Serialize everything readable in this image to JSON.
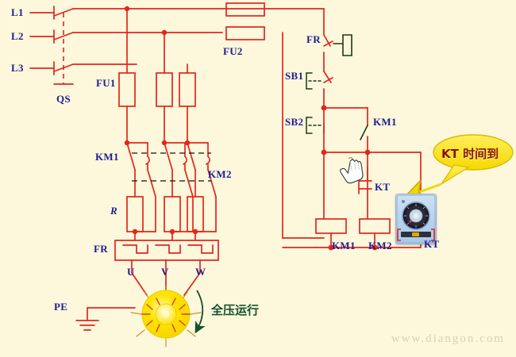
{
  "diagram": {
    "title": "Star-delta / resistance reduced-voltage starting control circuit",
    "background_color": "#fdf7dc",
    "wire_color": "#e2261c",
    "label_color": "#1f1f8f",
    "annotation_color": "#14532d"
  },
  "power_lines": [
    {
      "name": "L1",
      "label": "L1"
    },
    {
      "name": "L2",
      "label": "L2"
    },
    {
      "name": "L3",
      "label": "L3"
    }
  ],
  "components": {
    "qs": {
      "label": "QS",
      "type": "three-pole-isolator-switch"
    },
    "fu1": {
      "label": "FU1",
      "type": "main-circuit-fuse"
    },
    "fu2": {
      "label": "FU2",
      "type": "control-circuit-fuse"
    },
    "km1_main": {
      "label": "KM1",
      "type": "contactor-main-contacts"
    },
    "km2_main": {
      "label": "KM2",
      "type": "contactor-main-contacts"
    },
    "resistor": {
      "label": "R",
      "type": "starting-resistor"
    },
    "fr_main": {
      "label": "FR",
      "type": "thermal-overload-relay"
    },
    "fr_control": {
      "label": "FR",
      "type": "thermal-relay-nc-contact"
    },
    "sb1": {
      "label": "SB1",
      "type": "stop-push-button-nc"
    },
    "sb2": {
      "label": "SB2",
      "type": "start-push-button-no"
    },
    "km1_aux": {
      "label": "KM1",
      "type": "auxiliary-holding-contact-no"
    },
    "kt_contact": {
      "label": "KT",
      "type": "timer-delayed-no-contact"
    },
    "km1_coil": {
      "label": "KM1",
      "type": "contactor-coil"
    },
    "km2_coil": {
      "label": "KM2",
      "type": "contactor-coil"
    },
    "kt_coil": {
      "label": "KT",
      "type": "time-relay"
    },
    "motor": {
      "type": "three-phase-motor"
    },
    "pe": {
      "label": "PE",
      "type": "protective-earth"
    }
  },
  "motor_terminals": [
    {
      "label": "U"
    },
    {
      "label": "V"
    },
    {
      "label": "W"
    }
  ],
  "annotations": {
    "full_voltage": "全压运行",
    "speech_bubble": "KT 时间到"
  },
  "watermark": "www.diangon.com"
}
